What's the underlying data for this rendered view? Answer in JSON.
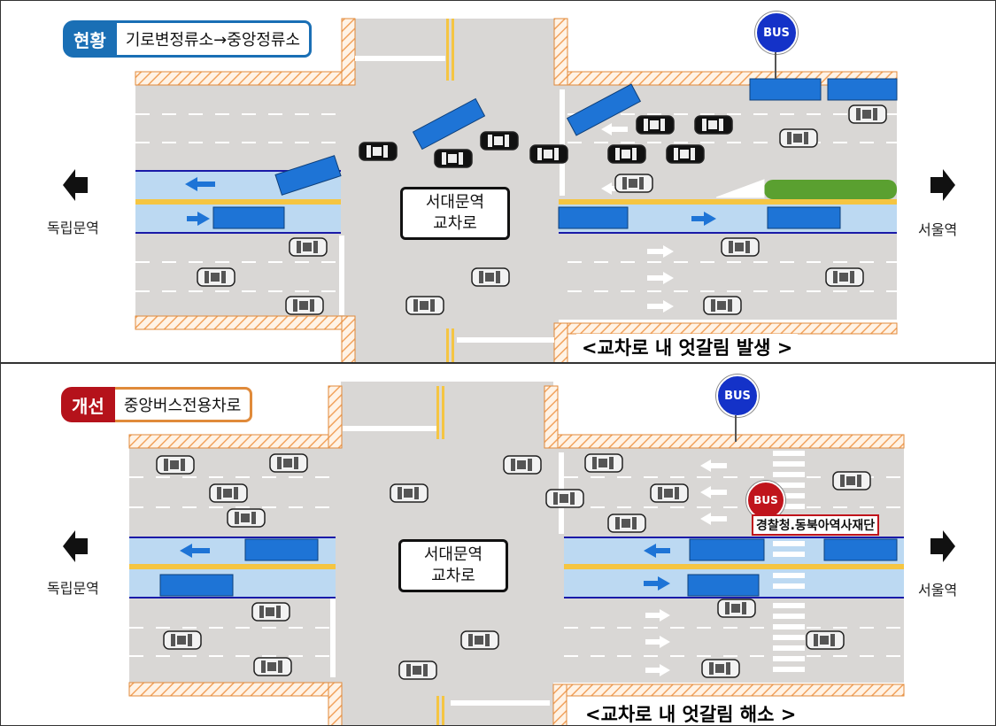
{
  "top": {
    "tag": "현황",
    "title": "기로변정류소→중앙정류소",
    "west_station": "독립문역",
    "east_station": "서울역",
    "intersection": [
      "서대문역",
      "교차로"
    ],
    "bus_sign": "BUS",
    "caption": "<교차로 내 엇갈림 발생 >"
  },
  "bottom": {
    "tag": "개선",
    "title": "중앙버스전용차로",
    "west_station": "독립문역",
    "east_station": "서울역",
    "intersection": [
      "서대문역",
      "교차로"
    ],
    "bus_sign": "BUS",
    "bus_stop_sign": "BUS",
    "bus_stop_name": "경찰청.동북아역사재단",
    "caption": "<교차로 내 엇갈림 해소 >"
  },
  "colors": {
    "tag_current": "#1a6fb5",
    "tag_improved": "#b5121b",
    "bus": "#1e74d6",
    "bus_lane": "#bcd9f2",
    "median": "#f5c542",
    "lane_line": "#1a1aa8",
    "hatch": "#f2a35e",
    "road": "#d9d7d5"
  }
}
